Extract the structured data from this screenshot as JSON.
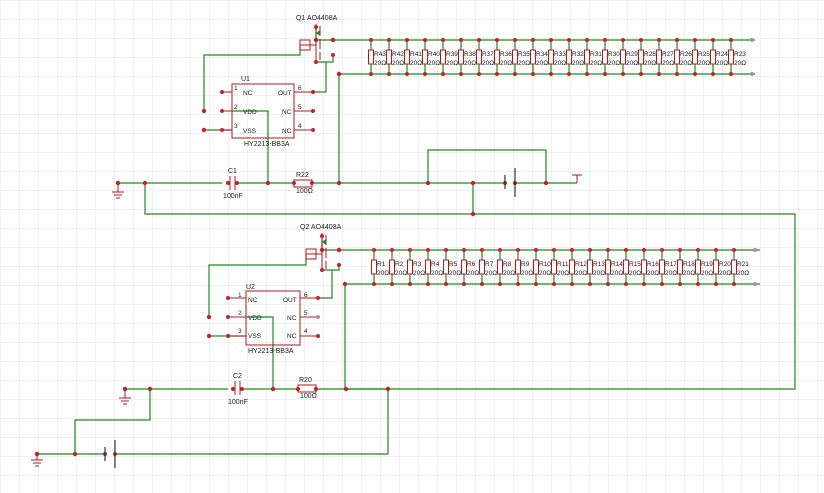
{
  "q1": {
    "label": "Q1 AO4408A"
  },
  "q2": {
    "label": "Q2 AO4408A"
  },
  "u1": {
    "ref": "U1",
    "part": "HY2213-BB3A",
    "pins": [
      {
        "num": "1",
        "label": "NC"
      },
      {
        "num": "2",
        "label": "VDD"
      },
      {
        "num": "3",
        "label": "VSS"
      },
      {
        "num": "6",
        "label": "OUT"
      },
      {
        "num": "5",
        "label": "NC"
      },
      {
        "num": "4",
        "label": "NC"
      }
    ]
  },
  "u2": {
    "ref": "U2",
    "part": "HY2213-BB3A",
    "pins": [
      {
        "num": "1",
        "label": "NC"
      },
      {
        "num": "2",
        "label": "VDD"
      },
      {
        "num": "3",
        "label": "VSS"
      },
      {
        "num": "6",
        "label": "OUT"
      },
      {
        "num": "5",
        "label": "NC"
      },
      {
        "num": "4",
        "label": "NC"
      }
    ]
  },
  "c1": {
    "ref": "C1",
    "value": "100nF"
  },
  "c2": {
    "ref": "C2",
    "value": "100nF"
  },
  "r22": {
    "ref": "R22",
    "value": "100Ω"
  },
  "r20": {
    "ref": "R20",
    "value": "100Ω"
  },
  "top_bank": {
    "refs": [
      "R43",
      "R42",
      "R41",
      "R40",
      "R39",
      "R38",
      "R37",
      "R36",
      "R35",
      "R34",
      "R33",
      "R32",
      "R31",
      "R30",
      "R29",
      "R28",
      "R27",
      "R26",
      "R25",
      "R24",
      "R23"
    ],
    "value": "20Ω"
  },
  "bottom_bank": {
    "refs": [
      "R1",
      "R2",
      "R3",
      "R4",
      "R5",
      "R6",
      "R7",
      "R8",
      "R9",
      "R10",
      "R11",
      "R12",
      "R13",
      "R14",
      "R15",
      "R16",
      "R17",
      "R18",
      "R19",
      "R20",
      "R21"
    ],
    "value": "20Ω"
  },
  "colors": {
    "wire": "#1e8a1e",
    "pin": "#c8202a",
    "body": "#b0191c",
    "grid": "#e2e2e2"
  }
}
